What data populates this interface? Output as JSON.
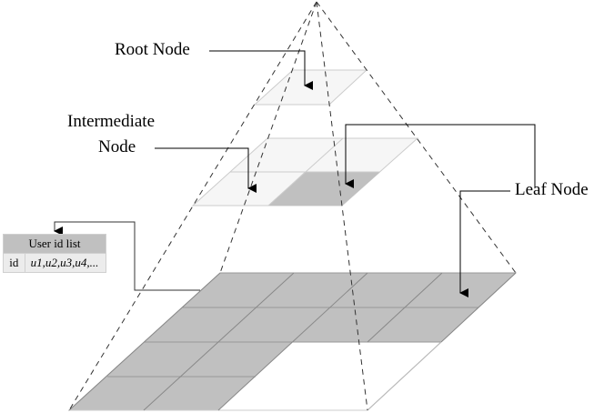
{
  "labels": {
    "root": "Root Node",
    "intermediate_line1": "Intermediate",
    "intermediate_line2": "Node",
    "leaf": "Leaf Node"
  },
  "user_id_table": {
    "header": "User id list",
    "key": "id",
    "values": "u1,u2,u3,u4,..."
  },
  "colors": {
    "shaded_cell": "#c0c0c0",
    "light_cell": "#f6f6f6",
    "grid_line": "#999999",
    "dashed_line": "#333333",
    "arrow": "#000000"
  },
  "levels": [
    {
      "name": "root",
      "grid": "1x1",
      "shaded_cells": []
    },
    {
      "name": "intermediate",
      "grid": "2x2",
      "shaded_cells": [
        "row1-col1"
      ]
    },
    {
      "name": "leaf",
      "grid": "4x4",
      "shaded_cells": [
        "row0-col0",
        "row0-col1",
        "row0-col2",
        "row0-col3",
        "row1-col0",
        "row1-col1",
        "row1-col2",
        "row1-col3",
        "row2-col0",
        "row2-col1",
        "row3-col0",
        "row3-col1"
      ]
    }
  ]
}
